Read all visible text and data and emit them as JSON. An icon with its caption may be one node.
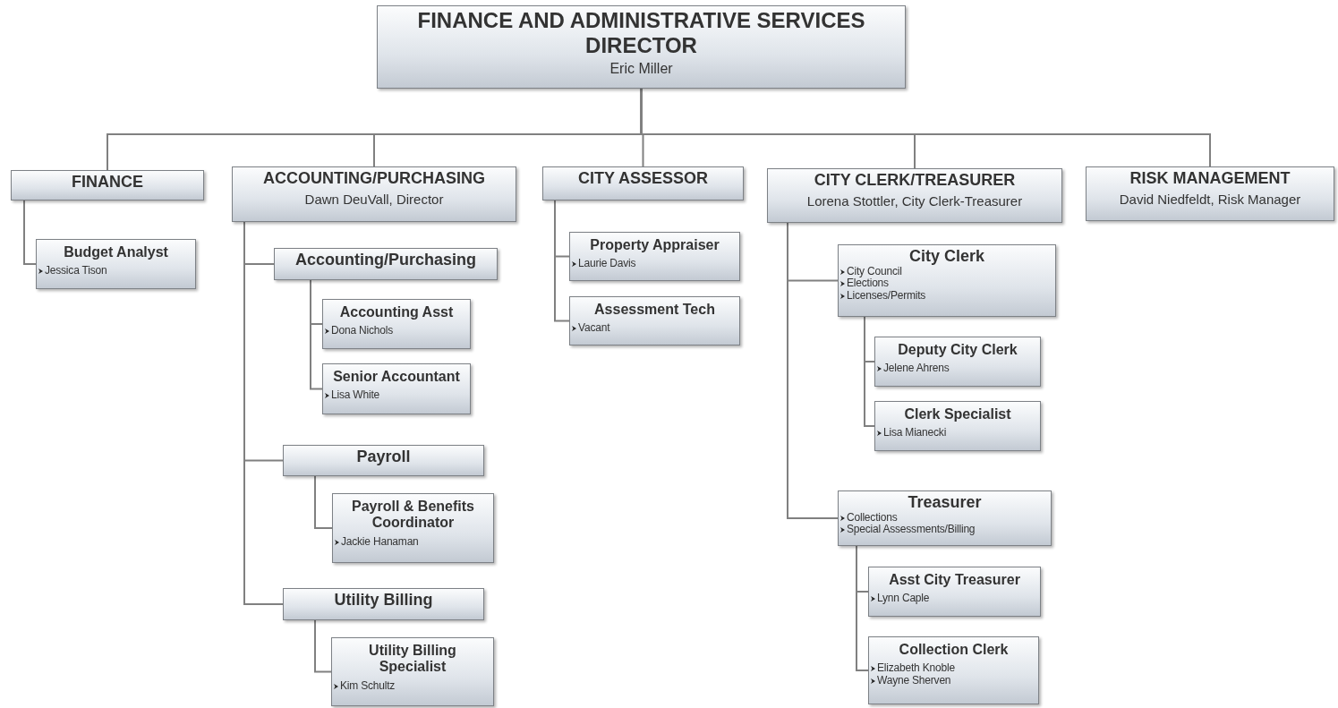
{
  "diagram": {
    "nodes": [
      {
        "text": [
          "FINANCE AND ADMINISTRATIVE SERVICES DIRECTOR",
          "Eric Miller"
        ]
      },
      {
        "text": [
          "FINANCE"
        ]
      },
      {
        "text": [
          "ACCOUNTING/PURCHASING",
          "Dawn DeuVall, Director"
        ]
      },
      {
        "text": [
          "CITY ASSESSOR"
        ]
      },
      {
        "text": [
          "CITY CLERK/TREASURER",
          "Lorena Stottler, City Clerk-Treasurer"
        ]
      },
      {
        "text": [
          "RISK MANAGEMENT",
          "David Niedfeldt, Risk Manager"
        ]
      },
      {
        "text": [
          "Budget Analyst",
          "Jessica Tison"
        ]
      },
      {
        "text": [
          "Accounting/Purchasing"
        ]
      },
      {
        "text": [
          "Accounting Asst",
          "Dona Nichols"
        ]
      },
      {
        "text": [
          "Senior Accountant",
          "Lisa White"
        ]
      },
      {
        "text": [
          "Payroll"
        ]
      },
      {
        "text": [
          "Payroll & Benefits Coordinator",
          "Jackie Hanaman"
        ]
      },
      {
        "text": [
          "Utility Billing"
        ]
      },
      {
        "text": [
          "Utility Billing Specialist",
          "Kim Schultz"
        ]
      },
      {
        "text": [
          "Property Appraiser",
          "Laurie Davis"
        ]
      },
      {
        "text": [
          "Assessment Tech",
          "Vacant"
        ]
      },
      {
        "text": [
          "City Clerk",
          "City Council",
          "Elections",
          "Licenses/Permits"
        ]
      },
      {
        "text": [
          "Deputy City Clerk",
          "Jelene Ahrens"
        ]
      },
      {
        "text": [
          "Clerk Specialist",
          "Lisa Mianecki"
        ]
      },
      {
        "text": [
          "Treasurer",
          "Collections",
          "Special Assessments/Billing"
        ]
      },
      {
        "text": [
          "Asst City Treasurer",
          "Lynn Caple"
        ]
      },
      {
        "text": [
          "Collection Clerk",
          "Elizabeth Knoble",
          "Wayne Sherven"
        ]
      }
    ],
    "edges": [
      {
        "from": 0,
        "to": 1,
        "arrow": "none"
      },
      {
        "from": 0,
        "to": 2,
        "arrow": "none"
      },
      {
        "from": 0,
        "to": 3,
        "arrow": "none"
      },
      {
        "from": 0,
        "to": 4,
        "arrow": "none"
      },
      {
        "from": 0,
        "to": 5,
        "arrow": "none"
      },
      {
        "from": 1,
        "to": 6,
        "arrow": "none"
      },
      {
        "from": 2,
        "to": 7,
        "arrow": "none"
      },
      {
        "from": 7,
        "to": 8,
        "arrow": "none"
      },
      {
        "from": 7,
        "to": 9,
        "arrow": "none"
      },
      {
        "from": 2,
        "to": 10,
        "arrow": "none"
      },
      {
        "from": 10,
        "to": 11,
        "arrow": "none"
      },
      {
        "from": 2,
        "to": 12,
        "arrow": "none"
      },
      {
        "from": 12,
        "to": 13,
        "arrow": "none"
      },
      {
        "from": 3,
        "to": 14,
        "arrow": "none"
      },
      {
        "from": 3,
        "to": 15,
        "arrow": "none"
      },
      {
        "from": 4,
        "to": 16,
        "arrow": "none"
      },
      {
        "from": 16,
        "to": 17,
        "arrow": "none"
      },
      {
        "from": 16,
        "to": 18,
        "arrow": "none"
      },
      {
        "from": 4,
        "to": 19,
        "arrow": "none"
      },
      {
        "from": 19,
        "to": 20,
        "arrow": "none"
      },
      {
        "from": 19,
        "to": 21,
        "arrow": "none"
      }
    ]
  }
}
